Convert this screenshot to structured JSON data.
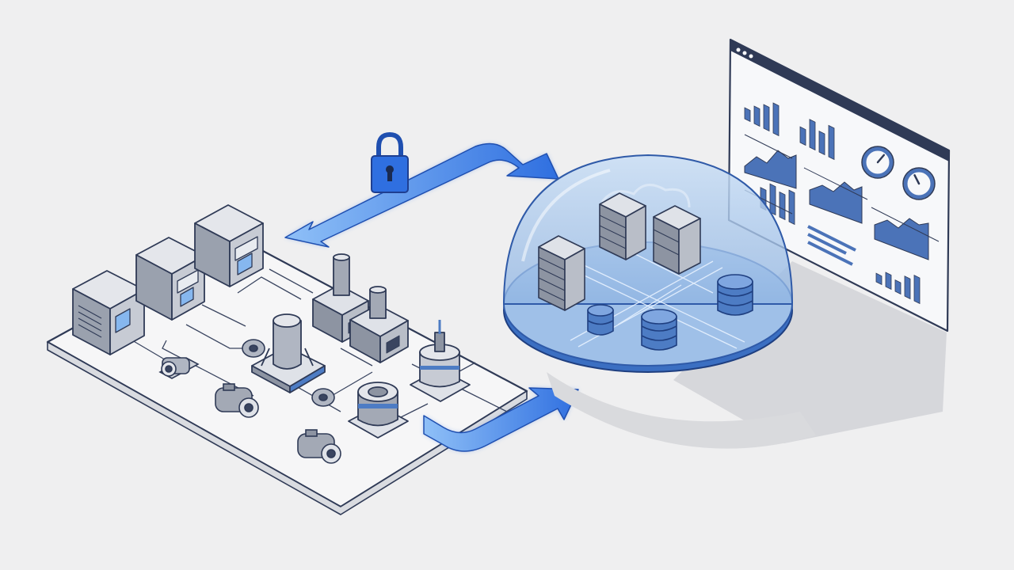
{
  "colors": {
    "background": "#efeff0",
    "outline": "#2f3a56",
    "machine_light": "#dfe2e8",
    "machine_dark": "#8d94a2",
    "accent_blue": "#2f6fe0",
    "arrow_light": "#7fb2f5",
    "dome_fill": "#a9c9ec",
    "db_blue": "#4d7cc4",
    "chart_blue": "#4b73b8",
    "panel_white": "#f7f8fa"
  },
  "icons": {
    "lock": "padlock-icon",
    "arrow_up": "bidirectional-arrow-icon",
    "arrow_down": "upload-arrow-icon",
    "dome": "cloud-dome-icon",
    "dashboard": "analytics-dashboard-icon"
  },
  "dashboard_levels": {
    "bar_rows": [
      [
        0.35,
        0.55,
        0.75,
        0.95
      ],
      [
        0.45,
        0.8,
        0.6,
        0.9
      ],
      [
        0.6,
        0.85,
        0.75,
        0.95
      ],
      [
        0.3,
        0.5,
        0.4,
        0.7,
        0.9
      ]
    ],
    "gauges": [
      0.65,
      0.4
    ]
  }
}
